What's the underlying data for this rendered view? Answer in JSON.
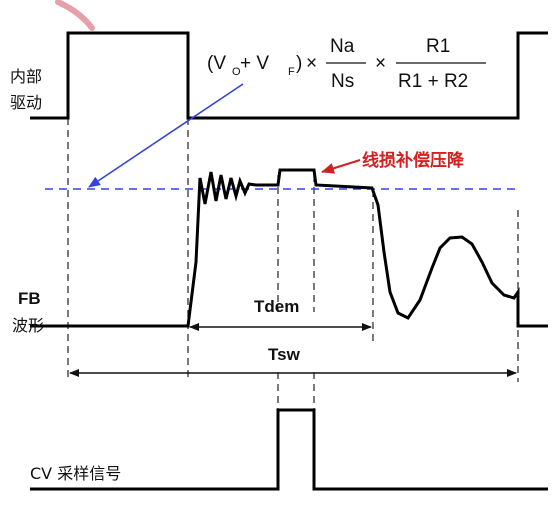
{
  "labels": {
    "internal_drive": [
      "内部",
      "驱动"
    ],
    "fb_waveform": [
      "FB",
      "波形"
    ],
    "cv_sampling": "CV 采样信号",
    "tdem": "Tdem",
    "tsw": "Tsw",
    "line_comp": "线损补偿压降"
  },
  "formula": {
    "paren_open": "(V",
    "vo_sub": "O",
    "plus": " + V",
    "vf_sub": "F",
    "paren_close": ")",
    "times1": "×",
    "na": "Na",
    "ns": "Ns",
    "times2": "×",
    "r1": "R1",
    "r1_r2": "R1 + R2"
  },
  "colors": {
    "waveform": "#000000",
    "reference_line": "#3344dd",
    "annotation": "#d42020",
    "logo_arc": "#e8a0a8"
  }
}
